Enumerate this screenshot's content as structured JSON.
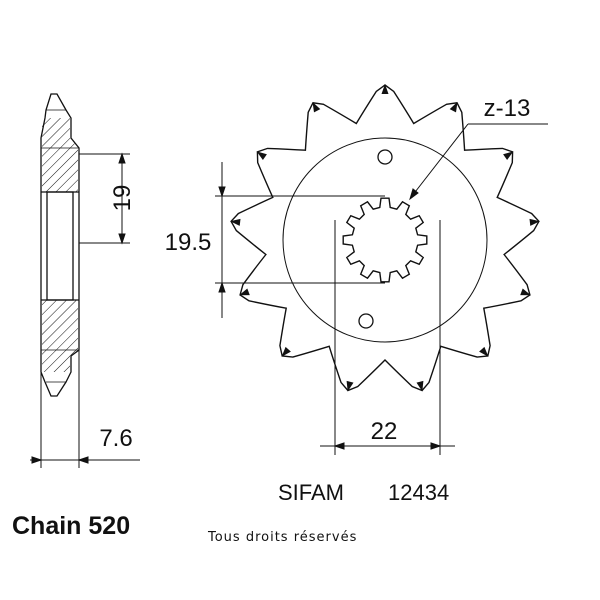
{
  "labels": {
    "teeth": "z-13",
    "thickness": "7.6",
    "hub_side": "19",
    "inner": "19.5",
    "bolt": "22",
    "brand": "SIFAM",
    "part_number": "12434",
    "chain": "Chain 520",
    "rights": "Tous droits réservés"
  },
  "sprocket": {
    "teeth": 13,
    "spline_teeth": 12
  },
  "colors": {
    "ink": "#111111",
    "background": "#ffffff"
  }
}
